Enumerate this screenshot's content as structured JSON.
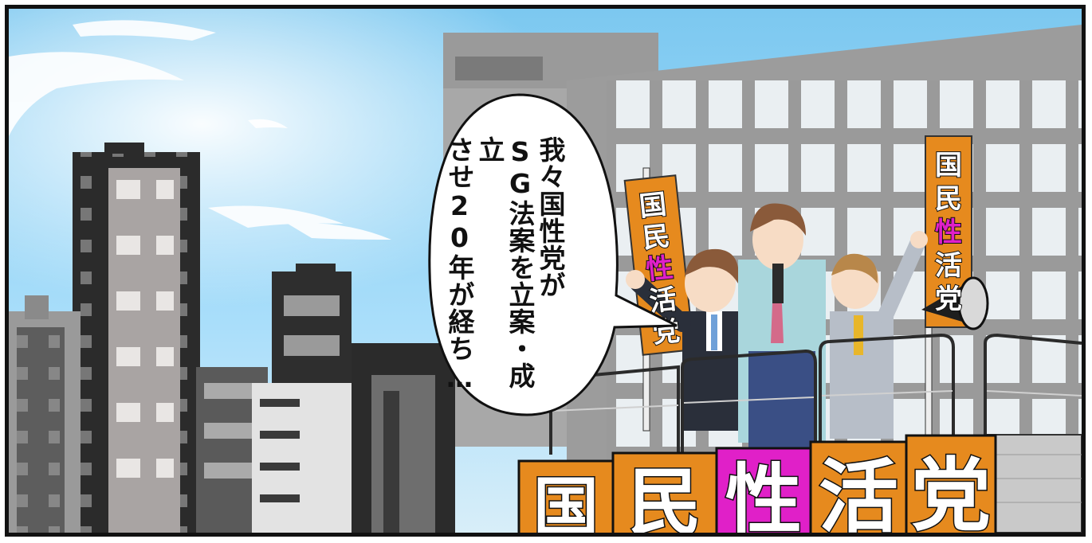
{
  "speech_bubble": {
    "lines": [
      "我々国性党が",
      "SG法案を立案・成立",
      "させ20年が経ち…"
    ]
  },
  "banner": {
    "chars": [
      "国",
      "民",
      "性",
      "活",
      "党"
    ],
    "highlight_index": 2
  },
  "flag_left": {
    "chars": [
      "国",
      "民",
      "性",
      "活",
      "党"
    ]
  },
  "flag_right": {
    "chars": [
      "国",
      "民",
      "性",
      "活",
      "党"
    ]
  },
  "colors": {
    "sky": "#8fd2f3",
    "banner_orange": "#e68a1e",
    "highlight_magenta": "#e020c8",
    "building_gray": "#8a8a8a",
    "dark_building": "#2b2b2b"
  }
}
